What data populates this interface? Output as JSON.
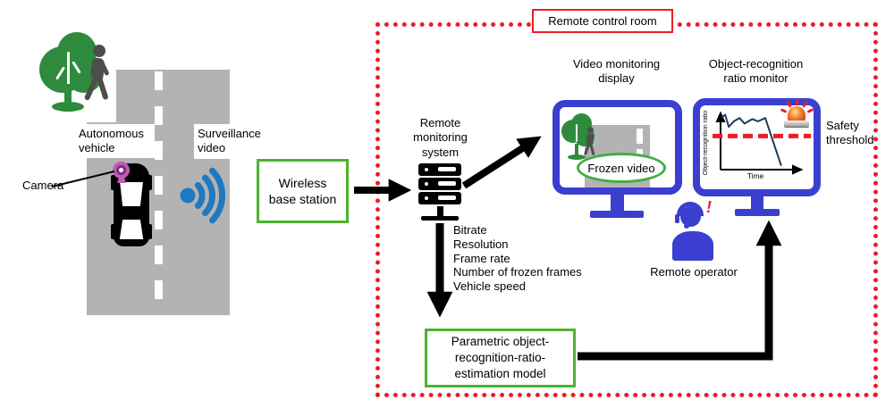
{
  "colors": {
    "monitor_blue": "#3a3fd0",
    "wifi_blue": "#1f79c0",
    "box_green": "#4db32c",
    "tree_green": "#2e8b3d",
    "alert_red": "#ed1c24",
    "road_gray": "#b3b3b3",
    "chart_line_navy": "#1e3a5f",
    "camera_magenta": "#c05ab5"
  },
  "scene": {
    "camera_label": "Camera",
    "autonomous_vehicle_label": "Autonomous\nvehicle",
    "surveillance_video_label": "Surveillance\nvideo",
    "base_station_label": "Wireless\nbase station"
  },
  "control_room": {
    "title": "Remote control room",
    "monitoring_system_label": "Remote\nmonitoring\nsystem",
    "parameters": [
      "Bitrate",
      "Resolution",
      "Frame rate",
      "Number of frozen frames",
      "Vehicle speed"
    ],
    "video_display_title": "Video monitoring\ndisplay",
    "frozen_video_label": "Frozen video",
    "ratio_monitor_title": "Object-recognition\nratio monitor",
    "safety_threshold_label": "Safety\nthreshold",
    "operator_label": "Remote operator",
    "operator_alert": "!",
    "model_label": "Parametric object-\nrecognition-ratio-\nestimation model"
  },
  "chart_data": {
    "type": "line",
    "title": "",
    "xlabel": "Time",
    "ylabel": "Object-recognition ratio",
    "x_range": [
      0,
      1
    ],
    "y_range": [
      0,
      1
    ],
    "grid": false,
    "legend": "none",
    "threshold": 0.575,
    "threshold_style": "red-dashed",
    "points": [
      [
        0,
        0.92
      ],
      [
        0.04,
        0.96
      ],
      [
        0.09,
        0.74
      ],
      [
        0.16,
        0.84
      ],
      [
        0.24,
        0.9
      ],
      [
        0.31,
        0.8
      ],
      [
        0.42,
        0.88
      ],
      [
        0.5,
        0.84
      ],
      [
        0.6,
        0.9
      ],
      [
        0.82,
        0.05
      ]
    ]
  }
}
